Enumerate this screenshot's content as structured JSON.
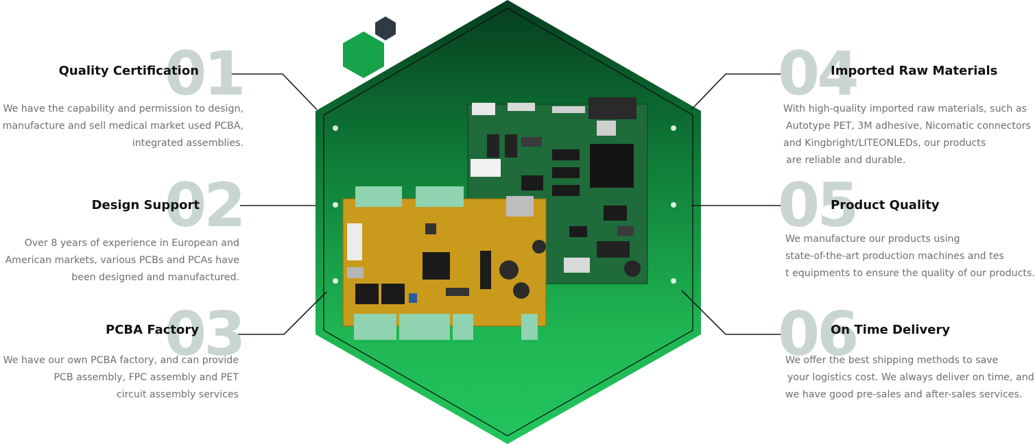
{
  "colors": {
    "hex_dark": "#063d1f",
    "hex_bright": "#22c55e",
    "accent_green": "#16a34a",
    "accent_slate": "#2f3a45",
    "number_gray": "#c9d5cf"
  },
  "features": [
    {
      "num": "01",
      "title": "Quality Certification",
      "lines": [
        "We have the capability and permission to design,",
        "manufacture and sell medical market used PCBA,",
        "integrated assemblies."
      ]
    },
    {
      "num": "02",
      "title": "Design Support",
      "lines": [
        "Over 8 years of experience in European and",
        "American markets, various PCBs and PCAs have",
        "been designed and manufactured."
      ]
    },
    {
      "num": "03",
      "title": "PCBA Factory",
      "lines": [
        "We have our own PCBA factory, and can provide",
        "PCB assembly, FPC assembly and PET",
        "circuit assembly services"
      ]
    },
    {
      "num": "04",
      "title": "Imported Raw Materials",
      "lines": [
        "With high-quality imported raw materials, such as",
        "Autotype PET, 3M adhesive, Nicomatic connectors",
        "and Kingbright/LITEONLEDs, our products",
        "are reliable and durable."
      ]
    },
    {
      "num": "05",
      "title": "Product Quality",
      "lines": [
        "We manufacture our products using",
        "state-of-the-art production machines and tes",
        "t equipments to ensure the quality of our products."
      ]
    },
    {
      "num": "06",
      "title": "On Time Delivery",
      "lines": [
        "We offer the best shipping methods to save",
        "your logistics cost. We always deliver on time, and",
        "we have good pre-sales and after-sales services."
      ]
    }
  ]
}
